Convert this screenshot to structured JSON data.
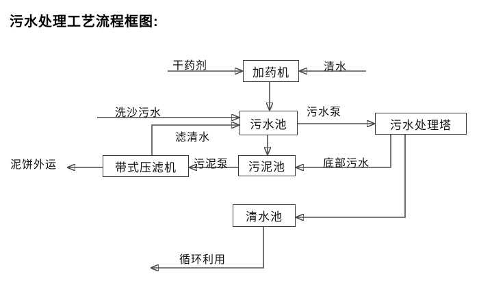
{
  "title": "污水处理工艺流程框图:",
  "nodes": {
    "dosing_machine": "加药机",
    "sewage_pool": "污水池",
    "treatment_tower": "污水处理塔",
    "sludge_pool": "污泥池",
    "belt_filter_press": "带式压滤机",
    "clean_water_pool": "清水池"
  },
  "flow_labels": {
    "dry_agent": "干药剂",
    "clean_water": "清水",
    "sand_washing_sewage": "洗沙污水",
    "filtered_water": "滤清水",
    "sewage_pump": "污水泵",
    "bottom_sewage": "底部污水",
    "sludge_pump": "污泥泵",
    "mud_cake_outbound": "泥饼外运",
    "recycling": "循环利用"
  },
  "colors": {
    "background": "#ffffff",
    "line": "#4d4d4d",
    "arrowhead": "#141414",
    "text": "#111111"
  }
}
